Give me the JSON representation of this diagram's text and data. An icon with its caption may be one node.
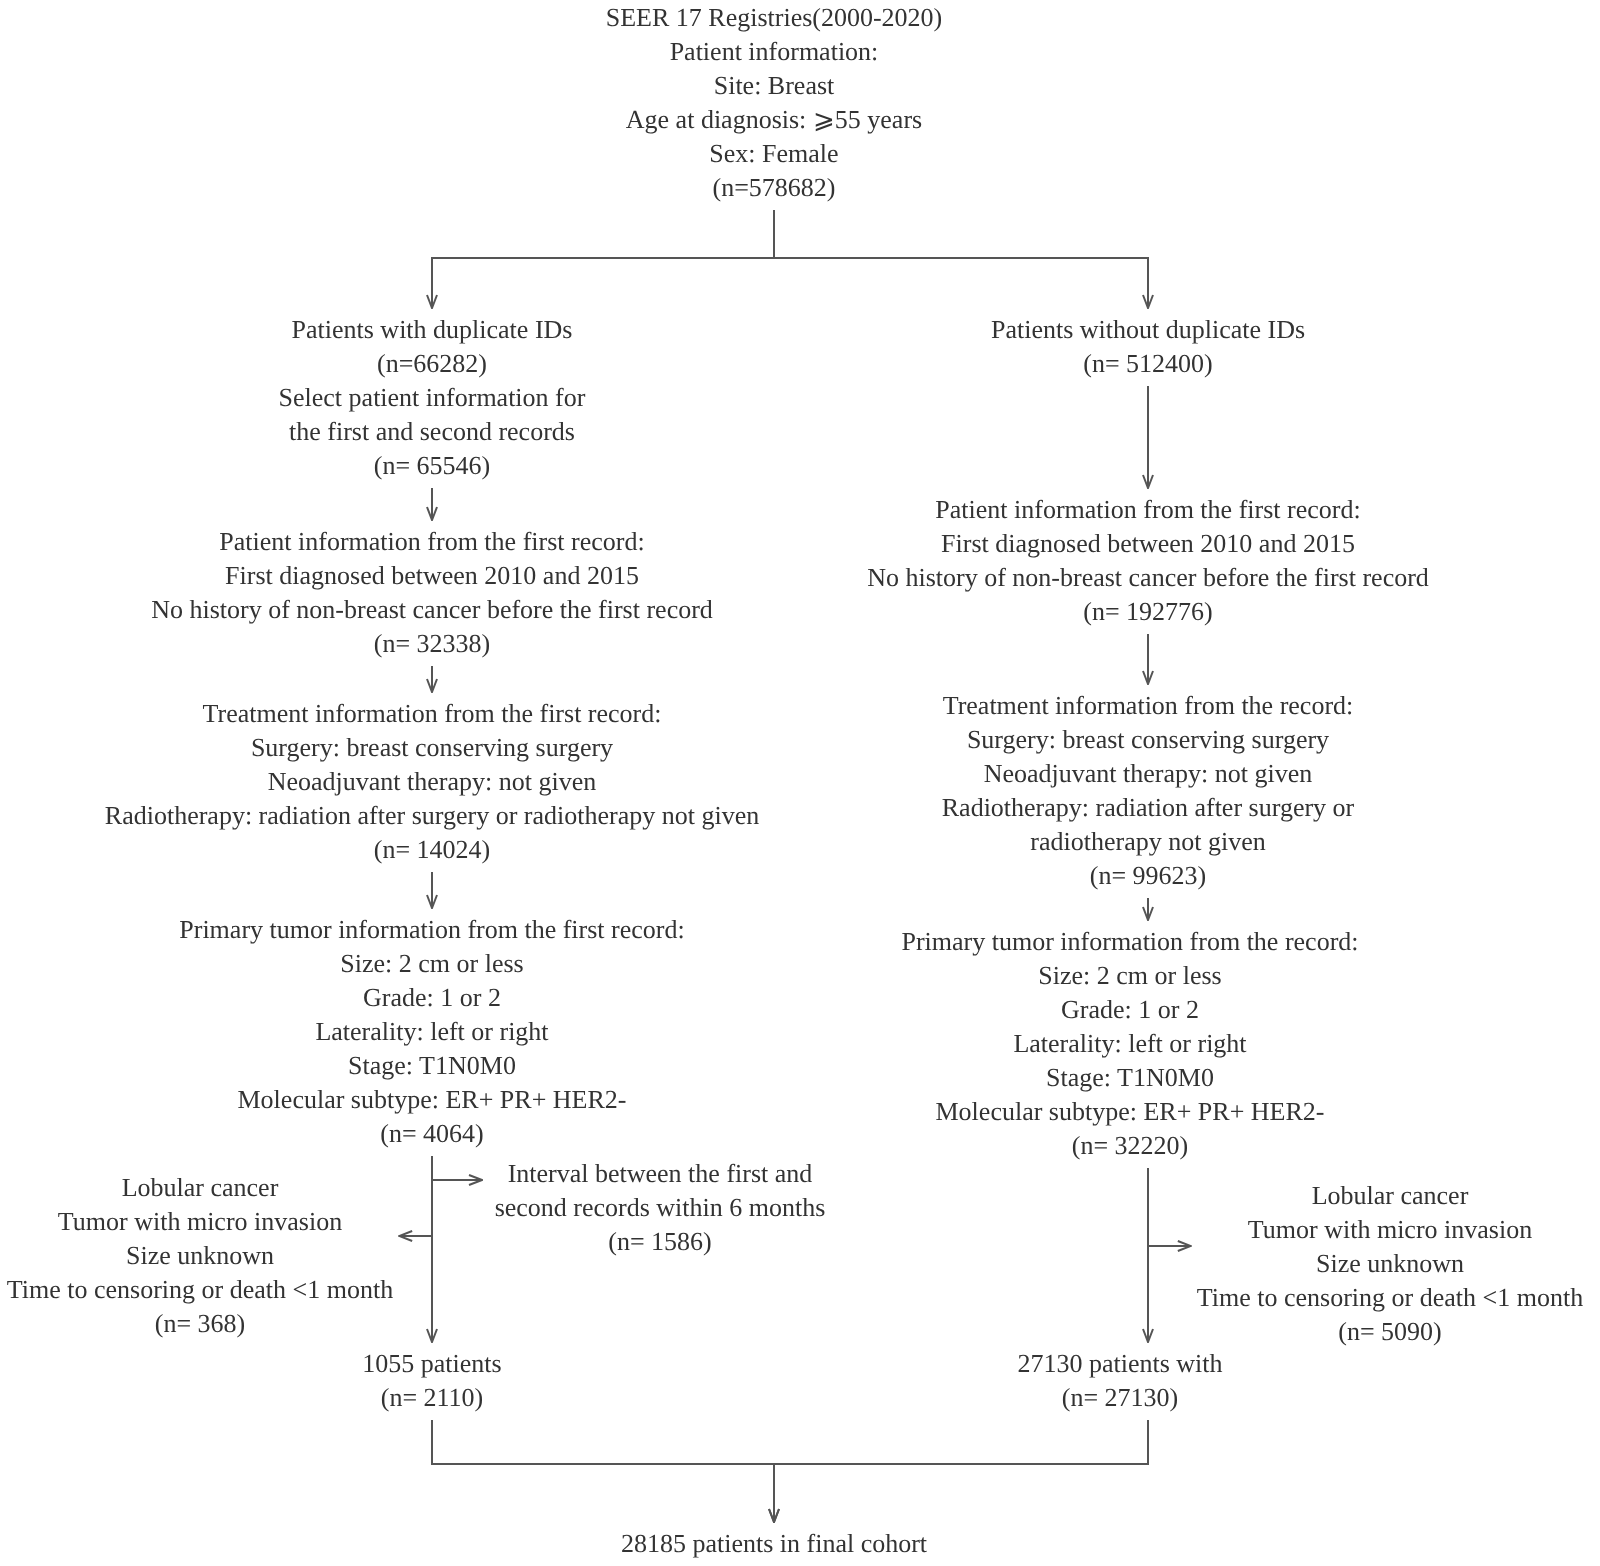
{
  "diagram": {
    "nodes": [
      {
        "text": [
          "SEER 17 Registries(2000-2020)",
          "Patient information:",
          "Site: Breast",
          "Age at diagnosis: ⩾55 years",
          "Sex: Female",
          "(n=578682)"
        ]
      },
      {
        "text": [
          "Patients with duplicate IDs",
          "(n=66282)",
          "Select patient information for the first and second records",
          "(n= 65546)"
        ]
      },
      {
        "text": [
          "Patients without duplicate IDs",
          "(n= 512400)"
        ]
      },
      {
        "text": [
          "Patient information from the first record:",
          "First diagnosed between 2010 and 2015",
          "No history of non-breast cancer before the first record",
          "(n= 32338)"
        ]
      },
      {
        "text": [
          "Patient information from the first record:",
          "First diagnosed between 2010 and 2015",
          "No history of non-breast cancer before the first record",
          "(n= 192776)"
        ]
      },
      {
        "text": [
          "Treatment information from the first record:",
          "Surgery: breast conserving surgery",
          "Neoadjuvant therapy: not given",
          "Radiotherapy: radiation after surgery or radiotherapy not given",
          "(n= 14024)"
        ]
      },
      {
        "text": [
          "Treatment information from the record:",
          "Surgery: breast conserving surgery",
          "Neoadjuvant therapy: not given",
          "Radiotherapy: radiation after surgery or radiotherapy not given",
          "(n= 99623)"
        ]
      },
      {
        "text": [
          "Primary tumor information from the first record:",
          "Size: 2 cm or less",
          "Grade: 1 or 2",
          "Laterality: left or right",
          "Stage: T1N0M0",
          "Molecular subtype: ER+ PR+ HER2-",
          "(n= 4064)"
        ]
      },
      {
        "text": [
          "Primary tumor information from the record:",
          "Size: 2 cm or less",
          "Grade: 1 or 2",
          "Laterality: left or right",
          "Stage: T1N0M0",
          "Molecular subtype: ER+ PR+ HER2-",
          "(n= 32220)"
        ]
      },
      {
        "text": [
          "Interval between the first and second records within 6 months",
          "(n= 1586)"
        ]
      },
      {
        "text": [
          "Lobular cancer",
          "Tumor with micro invasion",
          "Size unknown",
          "Time to censoring or death <1 month",
          "(n= 368)"
        ]
      },
      {
        "text": [
          "Lobular cancer",
          "Tumor with micro invasion",
          "Size unknown",
          "Time to censoring or death <1 month",
          "(n= 5090)"
        ]
      },
      {
        "text": [
          "1055 patients",
          "(n= 2110)"
        ]
      },
      {
        "text": [
          "27130 patients with",
          "(n= 27130)"
        ]
      },
      {
        "text": [
          "28185 patients in final cohort"
        ]
      }
    ],
    "edges": [
      {
        "from": 0,
        "to": 1,
        "arrow": "to"
      },
      {
        "from": 0,
        "to": 2,
        "arrow": "to"
      },
      {
        "from": 1,
        "to": 3,
        "arrow": "to"
      },
      {
        "from": 2,
        "to": 4,
        "arrow": "to"
      },
      {
        "from": 3,
        "to": 5,
        "arrow": "to"
      },
      {
        "from": 4,
        "to": 6,
        "arrow": "to"
      },
      {
        "from": 5,
        "to": 7,
        "arrow": "to"
      },
      {
        "from": 6,
        "to": 8,
        "arrow": "to"
      },
      {
        "from": 7,
        "to": 9,
        "arrow": "to"
      },
      {
        "from": 7,
        "to": 10,
        "arrow": "to"
      },
      {
        "from": 7,
        "to": 12,
        "arrow": "to"
      },
      {
        "from": 8,
        "to": 11,
        "arrow": "to"
      },
      {
        "from": 8,
        "to": 13,
        "arrow": "to"
      },
      {
        "from": 12,
        "to": 14,
        "arrow": "to"
      },
      {
        "from": 13,
        "to": 14,
        "arrow": "to"
      }
    ]
  }
}
